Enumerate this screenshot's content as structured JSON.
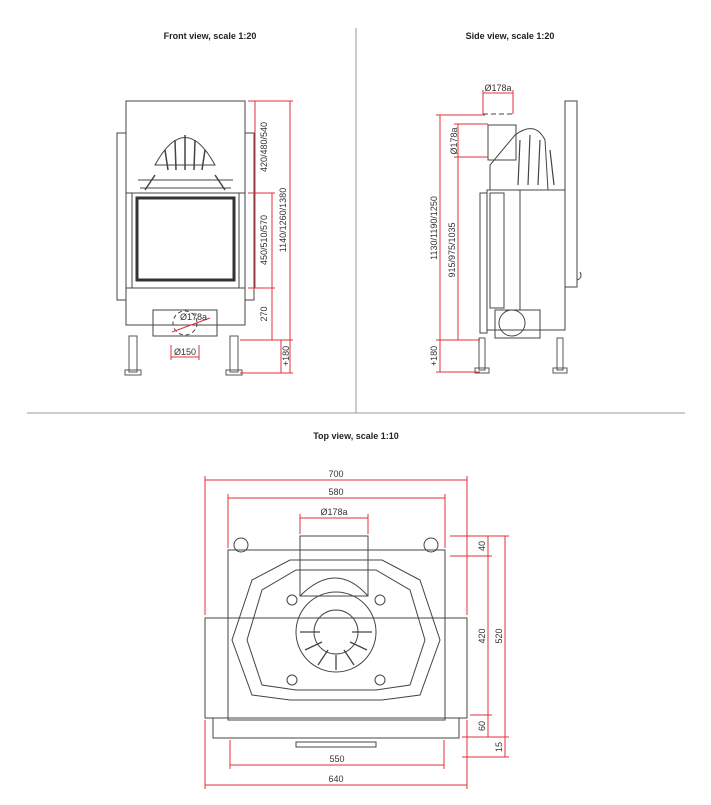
{
  "front_view": {
    "title": "Front view, scale 1:20",
    "dims": {
      "upper": "420/480/540",
      "door": "450/510/570",
      "total": "1140/1260/1380",
      "base": "270",
      "legs": "+180",
      "flue_top": "Ø178a",
      "flue_bottom": "Ø150"
    }
  },
  "side_view": {
    "title": "Side view, scale 1:20",
    "dims": {
      "flue_width": "Ø178a",
      "flue_height": "Ø178a",
      "total": "1130/1190/1250",
      "body": "915/975/1035",
      "legs": "+180"
    }
  },
  "top_view": {
    "title": "Top view, scale 1:10",
    "dims": {
      "overall_width": "700",
      "inner_width": "580",
      "flue": "Ø178a",
      "d40": "40",
      "d420": "420",
      "d60": "60",
      "d520": "520",
      "d15": "15",
      "d550": "550",
      "d640": "640"
    }
  },
  "colors": {
    "dimension": "#e0303a",
    "drawing": "#444444",
    "divider": "#999999"
  }
}
